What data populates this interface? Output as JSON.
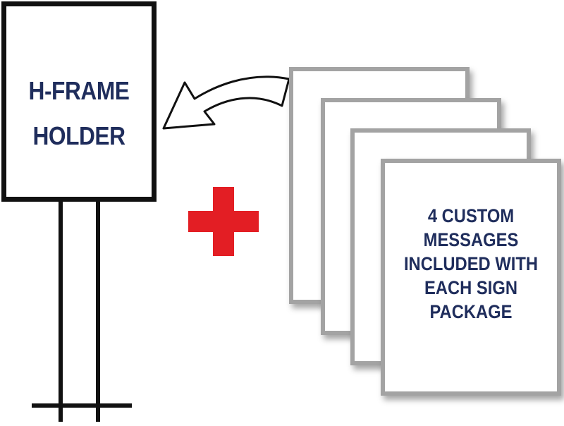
{
  "holder": {
    "lines": [
      "H-FRAME",
      "HOLDER"
    ]
  },
  "message_card": {
    "lines": [
      "4 CUSTOM",
      "MESSAGES",
      "INCLUDED WITH",
      "EACH SIGN",
      "PACKAGE"
    ]
  },
  "colors": {
    "navy": "#1f2d5c",
    "red": "#e31e24",
    "card_border": "#a3a3a3"
  },
  "icons": [
    "curved-arrow-icon",
    "plus-icon"
  ]
}
